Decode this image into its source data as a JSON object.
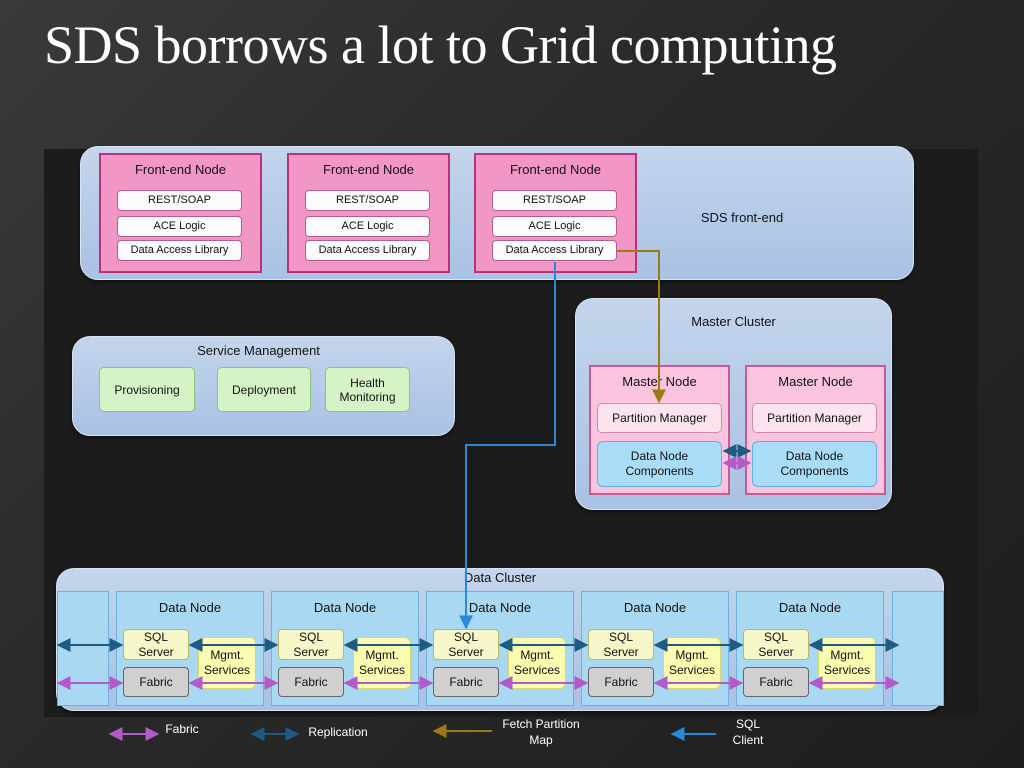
{
  "slide": {
    "title": "SDS borrows a lot to Grid computing"
  },
  "frontend": {
    "label": "SDS front-end",
    "nodes": [
      {
        "title": "Front-end Node",
        "items": [
          "REST/SOAP",
          "ACE Logic",
          "Data Access Library"
        ]
      },
      {
        "title": "Front-end Node",
        "items": [
          "REST/SOAP",
          "ACE Logic",
          "Data Access Library"
        ]
      },
      {
        "title": "Front-end Node",
        "items": [
          "REST/SOAP",
          "ACE Logic",
          "Data Access Library"
        ]
      }
    ]
  },
  "service_management": {
    "title": "Service Management",
    "items": [
      "Provisioning",
      "Deployment",
      "Health\nMonitoring"
    ]
  },
  "master_cluster": {
    "title": "Master Cluster",
    "nodes": [
      {
        "title": "Master Node",
        "manager": "Partition Manager",
        "components": "Data Node\nComponents"
      },
      {
        "title": "Master Node",
        "manager": "Partition Manager",
        "components": "Data Node\nComponents"
      }
    ]
  },
  "data_cluster": {
    "title": "Data Cluster",
    "nodes": [
      {
        "title": "Data Node",
        "sql": "SQL\nServer",
        "mgmt": "Mgmt.\nServices",
        "fabric": "Fabric"
      },
      {
        "title": "Data Node",
        "sql": "SQL\nServer",
        "mgmt": "Mgmt.\nServices",
        "fabric": "Fabric"
      },
      {
        "title": "Data Node",
        "sql": "SQL\nServer",
        "mgmt": "Mgmt.\nServices",
        "fabric": "Fabric"
      },
      {
        "title": "Data Node",
        "sql": "SQL\nServer",
        "mgmt": "Mgmt.\nServices",
        "fabric": "Fabric"
      },
      {
        "title": "Data Node",
        "sql": "SQL\nServer",
        "mgmt": "Mgmt.\nServices",
        "fabric": "Fabric"
      }
    ]
  },
  "legend": {
    "fabric": "Fabric",
    "replication": "Replication",
    "fetch": "Fetch Partition\nMap",
    "sql": "SQL\nClient"
  },
  "colors": {
    "fabric": "#b45ac8",
    "replication": "#1e5a82",
    "fetch": "#9a7a14",
    "sql_client": "#2a8ad8"
  }
}
